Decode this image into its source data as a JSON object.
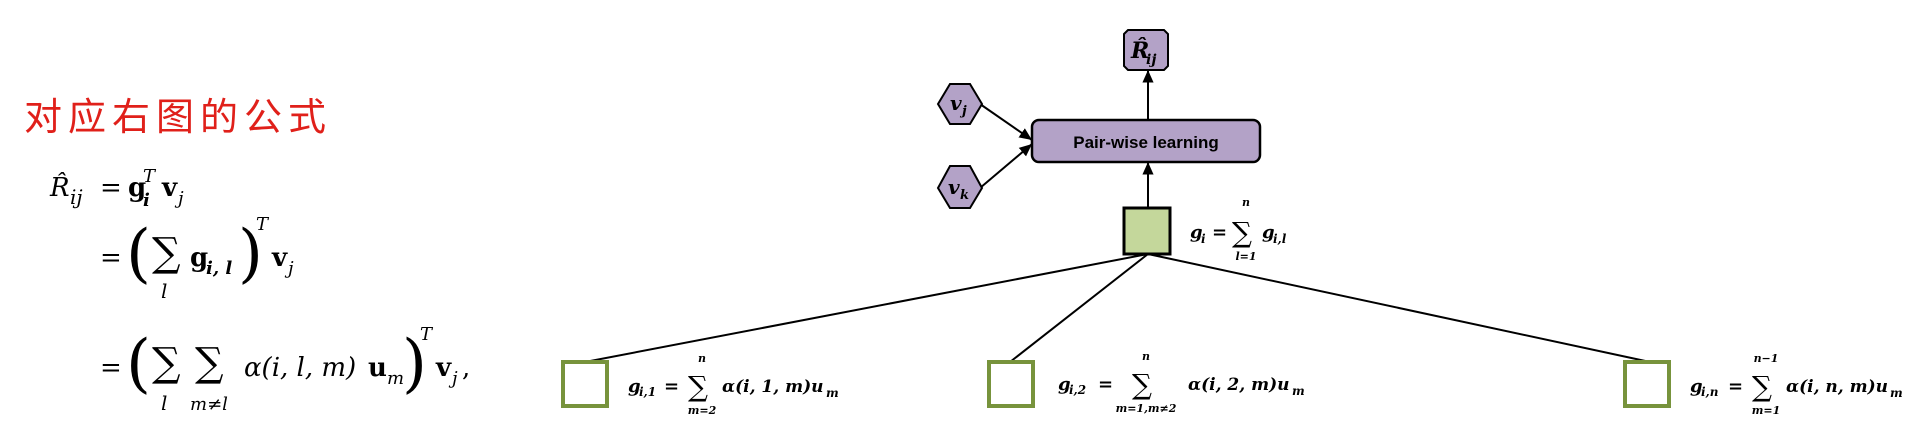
{
  "annotation": {
    "title": "对应右图的公式"
  },
  "formula": {
    "lhs": "R̂",
    "lhs_sub": "ij",
    "eq": "=",
    "g": "g",
    "g_sub": "i",
    "T": "T",
    "v": "v",
    "v_sub": "j",
    "sum": "∑",
    "sum_sub_l": "l",
    "sum_sub_m": "m≠l",
    "g_il_sub": "i, l",
    "alpha": "α(i, l, m)",
    "u": "u",
    "u_sub": "m",
    "comma": ","
  },
  "diagram": {
    "output": {
      "label": "R̂",
      "sub": "ij"
    },
    "vj": {
      "label": "v",
      "sub": "j"
    },
    "vk": {
      "label": "v",
      "sub": "k"
    },
    "pairwise": {
      "label": "Pair-wise learning"
    },
    "gi": {
      "lhs": "g",
      "lhs_sub": "i",
      "eq": "=",
      "sum": "∑",
      "top": "n",
      "bottom": "l=1",
      "term": "g",
      "term_sub": "i,l"
    },
    "g1": {
      "lhs": "g",
      "lhs_sub": "i,1",
      "eq": "=",
      "sum": "∑",
      "top": "n",
      "bottom": "m=2",
      "term": "α(i, 1, m)u",
      "term_sub": "m"
    },
    "g2": {
      "lhs": "g",
      "lhs_sub": "i,2",
      "eq": "=",
      "sum": "∑",
      "top": "n",
      "bottom": "m=1,m≠2",
      "term": "α(i, 2, m)u",
      "term_sub": "m"
    },
    "gn": {
      "lhs": "g",
      "lhs_sub": "i,n",
      "eq": "=",
      "sum": "∑",
      "top": "n−1",
      "bottom": "m=1",
      "term": "α(i, n, m)u",
      "term_sub": "m"
    }
  },
  "colors": {
    "title_red": "#e0201a",
    "purple_fill": "#b3a2c7",
    "green_fill": "#c4d79b",
    "green_stroke": "#77933c",
    "black": "#000000"
  }
}
